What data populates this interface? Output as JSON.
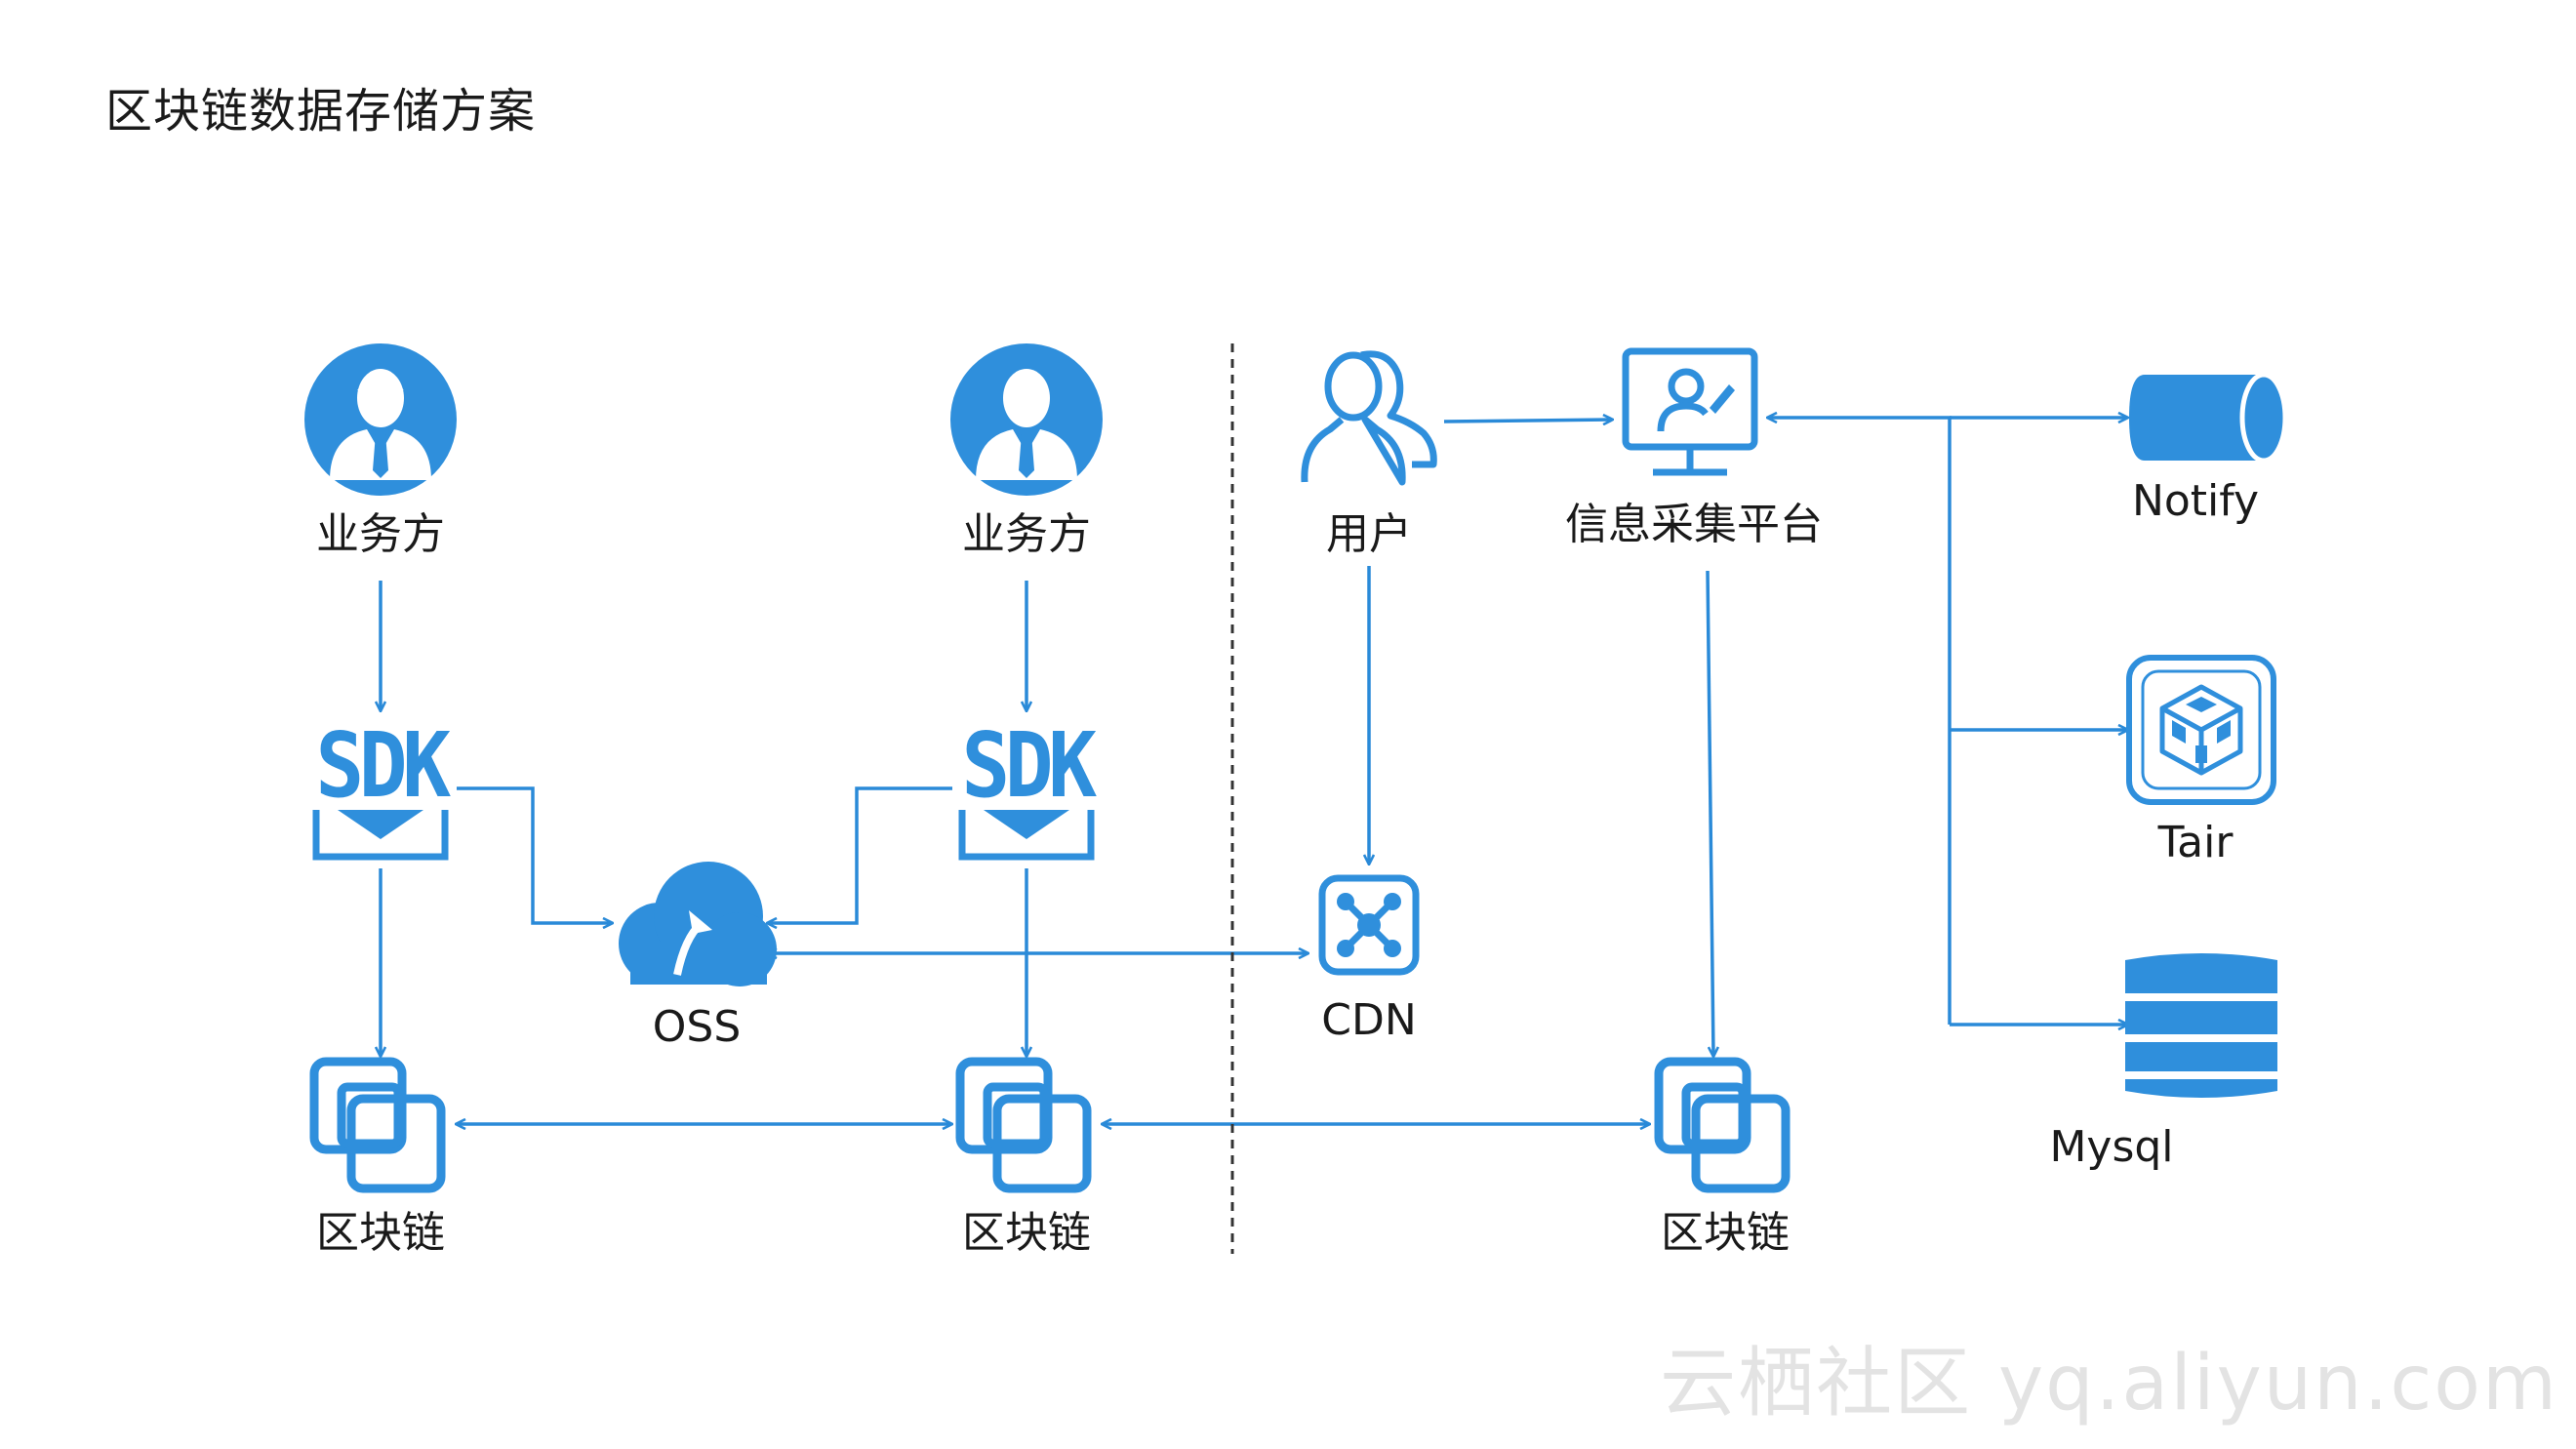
{
  "title": "区块链数据存储方案",
  "colors": {
    "accent": "#2a8ad8",
    "icon_fill": "#2f8fdc",
    "text": "#1a1a1a",
    "divider": "#333333"
  },
  "nodes": {
    "biz1": "业务方",
    "biz2": "业务方",
    "sdk1": "SDK",
    "sdk2": "SDK",
    "oss": "OSS",
    "cdn": "CDN",
    "chain1": "区块链",
    "chain2": "区块链",
    "chain3": "区块链",
    "user": "用户",
    "info_platform": "信息采集平台",
    "notify": "Notify",
    "tair": "Tair",
    "mysql": "Mysql"
  },
  "icons": {
    "biz": "business-person-icon",
    "sdk": "sdk-download-icon",
    "oss": "cloud-upload-icon",
    "cdn": "cdn-network-icon",
    "chain": "blockchain-icon",
    "user": "users-icon",
    "info_platform": "monitor-user-icon",
    "notify": "queue-cylinder-icon",
    "tair": "cube-cache-icon",
    "mysql": "database-icon"
  },
  "watermark": "云栖社区 yq.aliyun.com"
}
